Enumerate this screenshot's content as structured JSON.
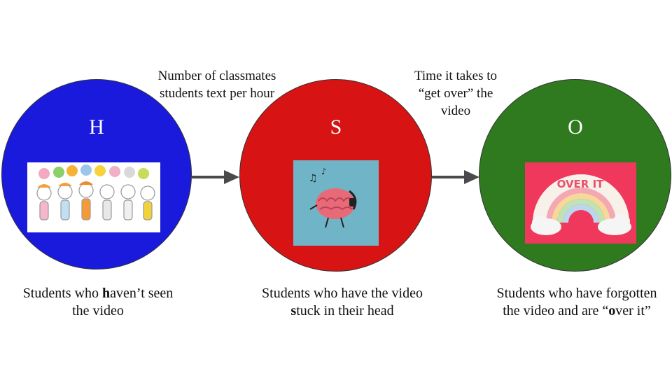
{
  "states": [
    {
      "letter": "H",
      "color": "#1a1adc",
      "caption_parts": [
        "Students who ",
        "h",
        "aven’t seen the video"
      ],
      "image": "group-of-people-chatting-illustration"
    },
    {
      "letter": "S",
      "color": "#d81313",
      "caption_parts": [
        "Students who have the video ",
        "s",
        "tuck in their head"
      ],
      "image": "brain-with-headphones-illustration"
    },
    {
      "letter": "O",
      "color": "#2f7a1f",
      "caption_parts": [
        "Students who have forgotten the video and are “",
        "o",
        "ver it”"
      ],
      "image": "over-it-rainbow-illustration"
    }
  ],
  "transitions": [
    {
      "label": "Number of classmates students text per hour"
    },
    {
      "label": "Time it takes to “get over” the video"
    }
  ],
  "image_text": {
    "over_it": "OVER IT"
  },
  "colors": {
    "arrow": "#4a4a4a"
  }
}
